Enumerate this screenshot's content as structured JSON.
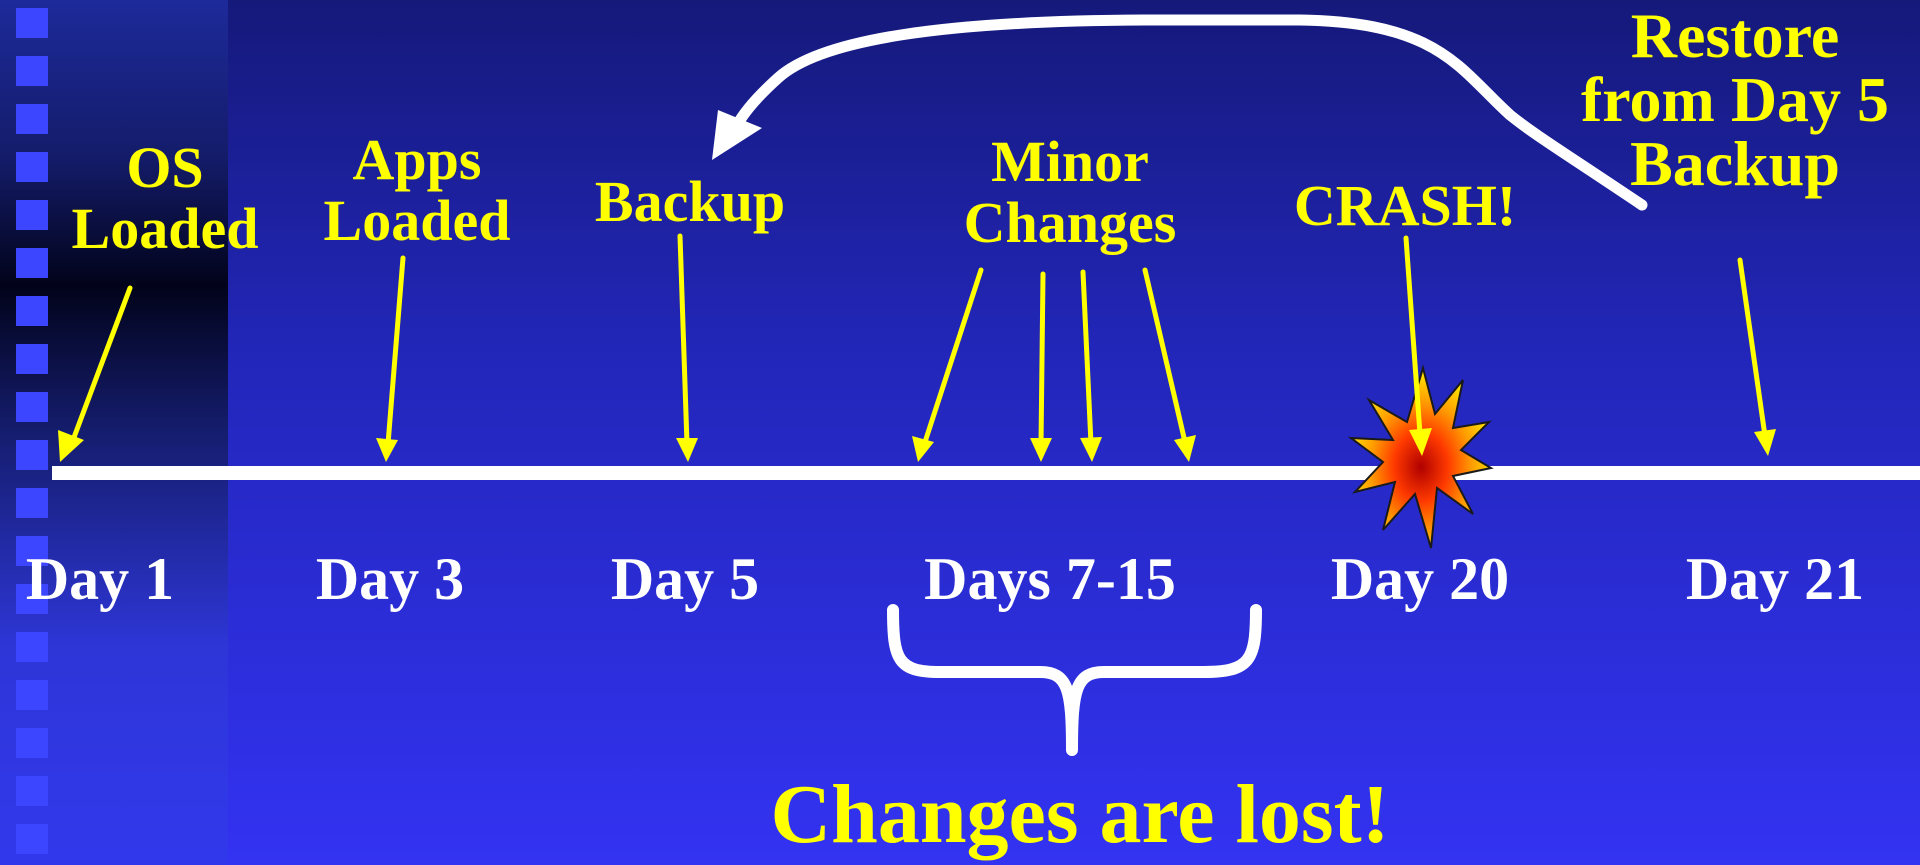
{
  "colors": {
    "label": "#ffff00",
    "day": "#ffffff",
    "timeline": "#ffffff",
    "background": "#2a30d6"
  },
  "events": [
    {
      "id": "os",
      "label_lines": [
        "OS",
        "Loaded"
      ]
    },
    {
      "id": "apps",
      "label_lines": [
        "Apps",
        "Loaded"
      ]
    },
    {
      "id": "backup",
      "label_lines": [
        "Backup"
      ]
    },
    {
      "id": "minor",
      "label_lines": [
        "Minor",
        "Changes"
      ]
    },
    {
      "id": "crash",
      "label_lines": [
        "CRASH!"
      ]
    },
    {
      "id": "restore",
      "label_lines": [
        "Restore",
        "from Day 5",
        "Backup"
      ]
    }
  ],
  "days": [
    "Day 1",
    "Day 3",
    "Day 5",
    "Days 7-15",
    "Day 20",
    "Day 21"
  ],
  "conclusion": "Changes are lost!",
  "icons": {
    "crash": "explosion-icon"
  }
}
